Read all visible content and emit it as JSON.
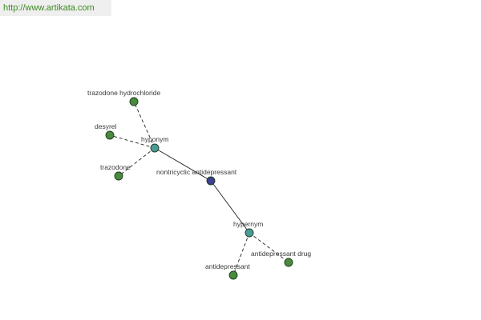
{
  "site": {
    "url": "http://www.artikata.com"
  },
  "colors": {
    "center": "#3d3f8f",
    "relation": "#4a9a9a",
    "leaf": "#4a8a3e",
    "url_text": "#3a8a1e"
  },
  "center": {
    "label": "nontricyclic antidepressant"
  },
  "relations": [
    {
      "id": "hyponym",
      "label": "hyponym"
    },
    {
      "id": "hypernym",
      "label": "hypernym"
    }
  ],
  "leaves": [
    {
      "label": "trazodone hydrochloride",
      "relation": "hyponym"
    },
    {
      "label": "desyrel",
      "relation": "hyponym"
    },
    {
      "label": "trazodone",
      "relation": "hyponym"
    },
    {
      "label": "antidepressant drug",
      "relation": "hypernym"
    },
    {
      "label": "antidepressant",
      "relation": "hypernym"
    }
  ]
}
